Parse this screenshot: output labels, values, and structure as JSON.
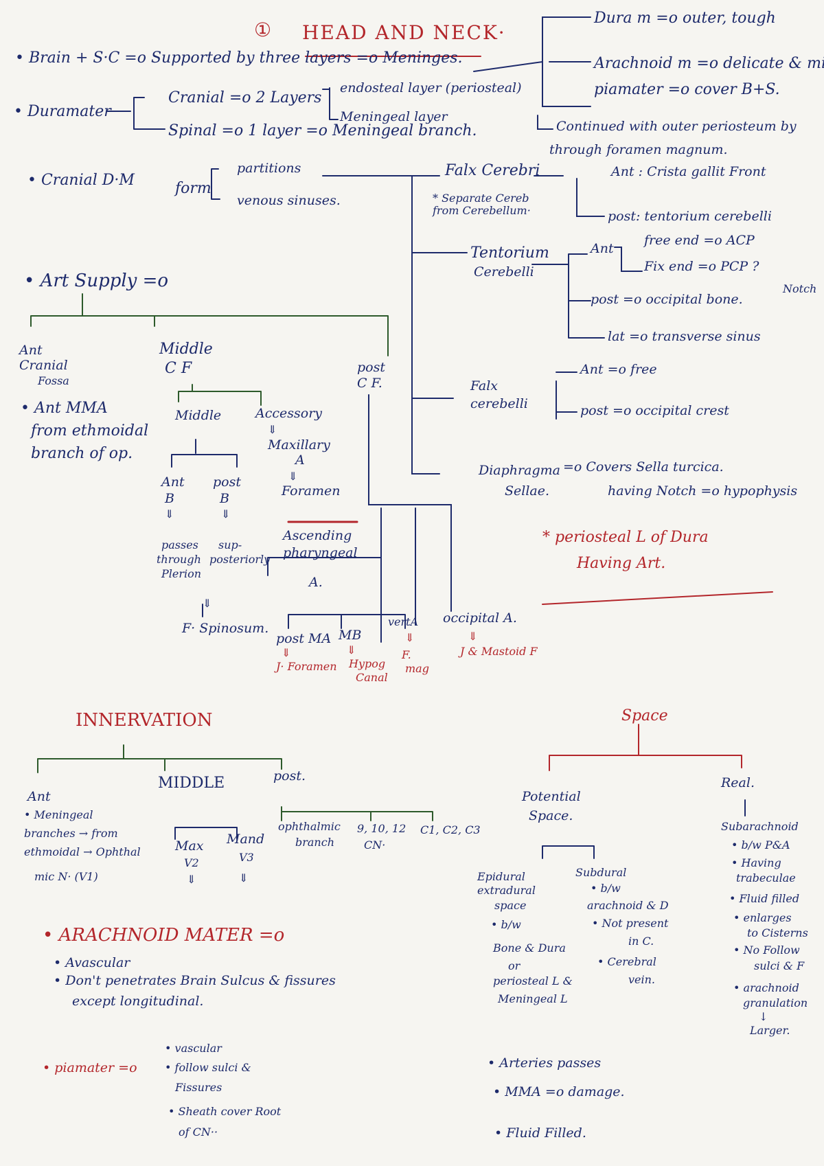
{
  "colors": {
    "ink": "#1d2a6b",
    "red": "#b3262b",
    "green": "#2d5a2b",
    "paper": "#f6f5f1"
  },
  "header": {
    "number": "①",
    "title": "HEAD AND NECK·"
  },
  "meninges": {
    "intro": "• Brain + S·C =o Supported by three layers =o Meninges.",
    "dura": "Dura m =o outer, tough",
    "arachnoid": "Arachnoid m =o delicate & mid",
    "pia": "piamater =o cover B+S.",
    "pia_cont1": "Continued with outer periosteum by",
    "pia_cont2": "through foramen magnum."
  },
  "duramater": {
    "label": "• Duramater",
    "cranial": "Cranial =o 2 Layers",
    "endosteal": "endosteal layer (periosteal)",
    "meningeal": "Meningeal layer",
    "spinal": "Spinal =o 1 layer =o Meningeal branch."
  },
  "cranial_dm": {
    "label": "• Cranial D·M",
    "form": "form",
    "partitions": "partitions",
    "venous": "venous sinuses."
  },
  "falx_cerebri": {
    "label": "Falx Cerebri",
    "separate": "* Separate Cereb from Cerebellum·",
    "ant": "Ant : Crista gallit Front",
    "post": "post: tentorium cerebelli"
  },
  "tentorium": {
    "label1": "Tentorium",
    "label2": "Cerebelli",
    "ant": "Ant",
    "free": "free end =o ACP",
    "fix": "Fix end =o PCP ?",
    "post": "post =o occipital bone.",
    "notch": "Notch",
    "lat": "lat =o transverse sinus"
  },
  "falx_cerebelli": {
    "label1": "Falx",
    "label2": "cerebelli",
    "ant": "Ant =o free",
    "post": "post =o occipital crest"
  },
  "diaphragma": {
    "label1": "Diaphragma",
    "label2": "Sellae.",
    "covers": "=o Covers Sella turcica.",
    "notch": "having Notch =o hypophysis"
  },
  "note": {
    "line1": "* periosteal L of Dura",
    "line2": "Having Art."
  },
  "art_supply": {
    "label": "• Art Supply =o",
    "ant_cf": [
      "Ant",
      "Cranial",
      "Fossa"
    ],
    "ant_mma": "• Ant MMA",
    "ant_from1": "from ethmoidal",
    "ant_from2": "branch of op.",
    "middle_cf": [
      "Middle",
      "C F"
    ],
    "middle": "Middle",
    "accessory": "Accessory",
    "maxillary": [
      "Maxillary",
      "A"
    ],
    "foramen": "Foramen",
    "ant_b": [
      "Ant",
      "B"
    ],
    "post_b": [
      "post",
      "B"
    ],
    "passes": [
      "passes",
      "through",
      "Plerion"
    ],
    "sup": [
      "sup-",
      "posteriorly"
    ],
    "spinosum": "F· Spinosum.",
    "ascending": [
      "Ascending",
      "pharyngeal",
      "A."
    ],
    "post_cf": [
      "post",
      "C F."
    ],
    "post_ma": "post MA",
    "mb": "MB",
    "verta": "vertA",
    "occipital": "occipital A.",
    "j_foramen": "J· Foramen",
    "hypog": [
      "Hypog",
      "Canal"
    ],
    "f_mag": [
      "F.",
      "mag"
    ],
    "j_mastoid": "J & Mastoid F"
  },
  "innervation": {
    "title": "INNERVATION",
    "ant": "Ant",
    "ant_text": [
      "• Meningeal",
      "branches → from",
      "ethmoidal → Ophthal",
      "mic N· (V1)"
    ],
    "middle": "MIDDLE",
    "max": [
      "Max",
      "V2"
    ],
    "mand": [
      "Mand",
      "V3"
    ],
    "post": "post.",
    "ophthalmic": [
      "ophthalmic",
      "branch"
    ],
    "cn": [
      "9, 10, 12",
      "CN·"
    ],
    "c123": "C1, C2, C3"
  },
  "arachnoid_mater": {
    "title": "• ARACHNOID MATER =o",
    "avascular": "• Avascular",
    "dont": "• Don't penetrates Brain Sulcus & fissures",
    "except": "except longitudinal.",
    "piamater": "• piamater =o",
    "vascular": "• vascular",
    "follow": [
      "• follow sulci &",
      "Fissures"
    ],
    "sheath": [
      "• Sheath cover Root",
      "of CN··"
    ]
  },
  "space": {
    "title": "Space",
    "potential": [
      "Potential",
      "Space."
    ],
    "real": "Real.",
    "epidural": [
      "Epidural",
      "extradural",
      "space",
      "• b/w",
      "Bone & Dura",
      "or",
      "periosteal L &",
      "Meningeal L"
    ],
    "subdural": [
      "Subdural",
      "• b/w",
      "arachnoid & D",
      "• Not present",
      "in C.",
      "• Cerebral",
      "vein."
    ],
    "epi_more": [
      "• Arteries passes",
      "• MMA =o damage.",
      "• Fluid Filled."
    ],
    "subarachnoid": [
      "Subarachnoid",
      "• b/w P&A",
      "• Having",
      "trabeculae",
      "• Fluid filled",
      "• enlarges",
      "to Cisterns",
      "• No Follow",
      "sulci & F",
      "• arachnoid",
      "granulation",
      "↓",
      "Larger."
    ]
  }
}
